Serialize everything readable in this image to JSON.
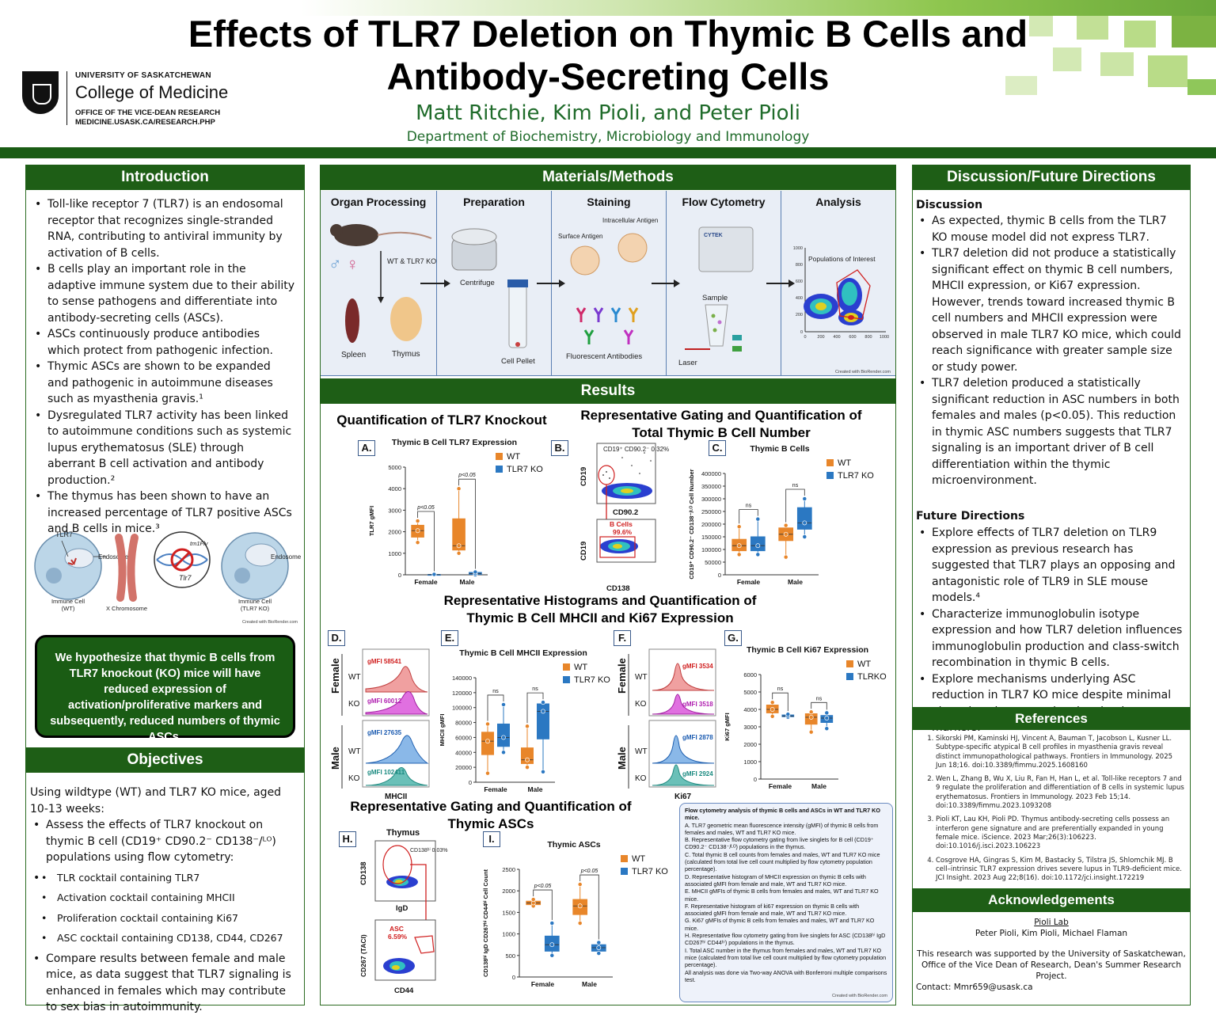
{
  "header": {
    "title": "Effects of TLR7 Deletion on Thymic B Cells and Antibody-Secreting Cells",
    "authors": "Matt Ritchie, Kim Pioli, and Peter Pioli",
    "department": "Department of Biochemistry, Microbiology and Immunology",
    "logo": {
      "university": "UNIVERSITY OF SASKATCHEWAN",
      "college": "College of Medicine",
      "office_line1": "OFFICE OF THE VICE-DEAN RESEARCH",
      "office_line2": "MEDICINE.USASK.CA/RESEARCH.PHP"
    },
    "accent_color": "#1e5e16"
  },
  "introduction": {
    "heading": "Introduction",
    "bullets": [
      "Toll-like receptor 7 (TLR7) is an endosomal receptor that recognizes single-stranded RNA, contributing to antiviral immunity by activation of B cells.",
      "B cells play an important role in the adaptive immune system due to their ability to sense pathogens and differentiate into antibody-secreting cells (ASCs).",
      "ASCs continuously produce antibodies which protect from pathogenic infection.",
      "Thymic ASCs are shown to be expanded and pathogenic in autoimmune diseases such as myasthenia gravis.¹",
      "Dysregulated TLR7 activity has been linked to autoimmune conditions such as systemic lupus erythematosus (SLE) through aberrant B cell activation and antibody production.²",
      "The thymus has been shown to have an increased percentage of TLR7 positive ASCs and B cells in mice.³"
    ],
    "figure": {
      "tlr7": "TLR7",
      "endosome": "Endosome",
      "endosome2": "Endosome",
      "allele": "tm1Flv",
      "gene": "Tlr7",
      "cell_wt": "Immune Cell (WT)",
      "chromosome": "X Chromosome",
      "cell_ko": "Immune Cell (TLR7 KO)",
      "credit": "Created with BioRender.com"
    },
    "hypothesis": "We hypothesize that thymic B cells from TLR7 knockout (KO) mice will have reduced expression of activation/proliferative markers and subsequently, reduced numbers of thymic ASCs."
  },
  "objectives": {
    "heading": "Objectives",
    "intro": "Using wildtype (WT) and TLR7 KO mice, aged 10-13 weeks:",
    "bullet1": "Assess the effects of TLR7 knockout on thymic B cell (CD19⁺ CD90.2⁻ CD138⁻/ᴸᴼ) populations using flow cytometry:",
    "sub_bullets": [
      "TLR cocktail containing TLR7",
      "Activation cocktail containing MHCII",
      "Proliferation cocktail containing Ki67",
      "ASC cocktail containing CD138, CD44, CD267"
    ],
    "bullet2": "Compare results between female and male mice, as data suggest that TLR7 signaling is enhanced in females which may contribute to sex bias in autoimmunity."
  },
  "methods": {
    "heading": "Materials/Methods",
    "steps": [
      "Organ Processing",
      "Preparation",
      "Staining",
      "Flow Cytometry",
      "Analysis"
    ],
    "labels": {
      "wt_ko": "WT & TLR7 KO",
      "spleen": "Spleen",
      "thymus": "Thymus",
      "centrifuge": "Centrifuge",
      "pellet": "Cell Pellet",
      "surface": "Surface Antigen",
      "intracellular": "Intracellular Antigen",
      "antibodies": "Fluorescent Antibodies",
      "cytek": "CYTEK",
      "sample": "Sample",
      "laser": "Laser",
      "populations": "Populations of Interest",
      "credit": "Created with BioRender.com"
    },
    "analysis_ticks": [
      "1000",
      "800",
      "600",
      "400",
      "200",
      "0"
    ],
    "analysis_xticks": [
      "0",
      "200",
      "400",
      "600",
      "800",
      "1000"
    ]
  },
  "results": {
    "heading": "Results",
    "sec_a": "Quantification of TLR7 Knockout",
    "sec_bc": "Representative Gating and Quantification of Total Thymic B Cell Number",
    "sec_dg": "Representative Histograms and Quantification of Thymic B Cell MHCII and Ki67 Expression",
    "sec_hi": "Representative Gating and Quantification of Thymic ASCs",
    "letters": [
      "A.",
      "B.",
      "C.",
      "D.",
      "E.",
      "F.",
      "G.",
      "H.",
      "I."
    ],
    "gating_b": {
      "gate1": "CD19⁺ CD90.2⁻ 0.32%",
      "gate2_name": "B Cells",
      "gate2_pct": "99.6%",
      "y1": "CD19",
      "x1": "CD90.2",
      "y2": "CD19",
      "x2": "CD138"
    },
    "hist_d": {
      "female": "Female",
      "male": "Male",
      "wt": "WT",
      "ko": "KO",
      "f_wt": "gMFI 58541",
      "f_ko": "gMFI 60012",
      "m_wt": "gMFI 27635",
      "m_ko": "gMFI 102411",
      "axis": "MHCII"
    },
    "hist_f": {
      "female": "Female",
      "male": "Male",
      "wt": "WT",
      "ko": "KO",
      "f_wt": "gMFI 3534",
      "f_ko": "gMFI 3518",
      "m_wt": "gMFI 2878",
      "m_ko": "gMFI 2924",
      "axis": "Ki67"
    },
    "gating_h": {
      "title": "Thymus",
      "gate1": "CD138ʰⁱ 0.03%",
      "y1": "CD138",
      "x1": "IgD",
      "gate2_name": "ASC",
      "gate2_pct": "6.59%",
      "y2": "CD267 (TACI)",
      "x2": "CD44"
    },
    "caption": {
      "title": "Flow cytometry analysis of thymic B cells and ASCs in WT and TLR7 KO mice.",
      "items": [
        "A. TLR7 geometric mean fluorescence intensity (gMFI) of thymic B cells from females and males, WT and TLR7 KO mice.",
        "B. Representative flow cytometry gating from live singlets for B cell (CD19⁺ CD90.2⁻ CD138⁻/ᴸᴼ) populations in the thymus.",
        "C. Total thymic B cell counts from females and males, WT and TLR7 KO mice (calculated from total live cell count multiplied by flow cytometry population percentage).",
        "D. Representative histogram of MHCII expression on thymic B cells with associated gMFI from female and male, WT and TLR7 KO mice.",
        "E. MHCII gMFIs of thymic B cells from females and males, WT and TLR7 KO mice.",
        "F. Representative histogram of ki67 expression on thymic B cells with associated gMFI from female and male, WT and TLR7 KO mice.",
        "G. Ki67 gMFIs of thymic B cells from females and males, WT and TLR7 KO mice.",
        "H. Representative flow cytometry gating from live singlets for ASC (CD138ʰⁱ IgD CD267ʰⁱ CD44ʰⁱ) populations in the thymus.",
        "I. Total ASC number in the thymus from females and males, WT and TLR7 KO mice (calculated from total live cell count multiplied by flow cytometry population percentage).",
        "All analysis was done via Two-way ANOVA with Bonferroni multiple comparisons test."
      ],
      "credit": "Created with BioRender.com"
    }
  },
  "discussion": {
    "heading": "Discussion/Future Directions",
    "sub1": "Discussion",
    "bullets1": [
      "As expected, thymic B cells from the TLR7 KO mouse model did not express TLR7.",
      "TLR7 deletion did not produce a statistically significant effect on thymic B cell numbers, MHCII expression, or Ki67 expression. However, trends toward increased thymic B cell numbers and MHCII expression were observed in male TLR7 KO mice, which could reach significance with greater sample size or study power.",
      "TLR7 deletion produced a statistically significant reduction in ASC numbers in both females and males (p<0.05). This reduction in thymic ASC numbers suggests that TLR7 signaling is an important driver of B cell differentiation within the thymic microenvironment."
    ],
    "sub2": "Future Directions",
    "bullets2": [
      "Explore effects of TLR7 deletion on TLR9 expression as previous research has suggested that TLR7 plays an opposing and antagonistic role of TLR9 in SLE mouse models.⁴",
      "Characterize immunoglobulin isotype expression and how TLR7 deletion influences immunoglobulin production and class-switch recombination in thymic B cells.",
      "Explore mechanisms underlying ASC reduction in TLR7 KO mice despite minimal alterations in conventional activation markers."
    ]
  },
  "references": {
    "heading": "References",
    "items": [
      "Sikorski PM, Kaminski HJ, Vincent A, Bauman T, Jacobson L, Kusner LL. Subtype-specific atypical B cell profiles in myasthenia gravis reveal distinct immunopathological pathways. Frontiers in Immunology. 2025 Jun 18;16. doi:10.3389/fimmu.2025.1608160",
      "Wen L, Zhang B, Wu X, Liu R, Fan H, Han L, et al. Toll-like receptors 7 and 9 regulate the proliferation and differentiation of B cells in systemic lupus erythematosus. Frontiers in Immunology. 2023 Feb 15;14. doi:10.3389/fimmu.2023.1093208",
      "Pioli KT, Lau KH, Pioli PD. Thymus antibody-secreting cells possess an interferon gene signature and are preferentially expanded in young female mice. iScience. 2023 Mar;26(3):106223. doi:10.1016/j.isci.2023.106223",
      "Cosgrove HA, Gingras S, Kim M, Bastacky S, Tilstra JS, Shlomchik MJ. B cell–intrinsic TLR7 expression drives severe lupus in TLR9-deficient mice. JCI Insight. 2023 Aug 22;8(16). doi:10.1172/jci.insight.172219"
    ]
  },
  "acknowledgements": {
    "heading": "Acknowledgements",
    "lab": "Pioli Lab",
    "names": "Peter Pioli, Kim Pioli, Michael Flaman",
    "support": "This research was supported by the University of Saskatchewan, Office of the Vice Dean of Research, Dean's Summer Research Project.",
    "contact": "Contact: Mmr659@usask.ca"
  },
  "chart_data": [
    {
      "id": "A",
      "type": "box",
      "title": "Thymic B Cell TLR7 Expression",
      "ylabel": "TLR7 gMFI",
      "ylim": [
        0,
        5000
      ],
      "yticks": [
        0,
        1000,
        2000,
        3000,
        4000,
        5000
      ],
      "categories": [
        "Female",
        "Male"
      ],
      "series": [
        {
          "name": "WT",
          "color": "#e8862a",
          "boxes": [
            {
              "min": 1500,
              "q1": 1750,
              "med": 2050,
              "q3": 2300,
              "max": 2500
            },
            {
              "min": 1000,
              "q1": 1150,
              "med": 1350,
              "q3": 2600,
              "max": 4000
            }
          ]
        },
        {
          "name": "TLR7 KO",
          "color": "#2b78c2",
          "boxes": [
            {
              "min": 0,
              "q1": 5,
              "med": 10,
              "q3": 15,
              "max": 20
            },
            {
              "min": 0,
              "q1": 20,
              "med": 60,
              "q3": 110,
              "max": 130
            }
          ]
        }
      ],
      "significance": [
        "p<0.05",
        "p<0.05"
      ]
    },
    {
      "id": "C",
      "type": "box",
      "title": "Thymic B Cells",
      "ylabel": "CD19⁺ CD90.2⁻ CD138⁻/ᴸᴼ Cell Number",
      "ylim": [
        0,
        400000
      ],
      "yticks": [
        0,
        50000,
        100000,
        150000,
        200000,
        250000,
        300000,
        350000,
        400000
      ],
      "categories": [
        "Female",
        "Male"
      ],
      "series": [
        {
          "name": "WT",
          "color": "#e8862a",
          "boxes": [
            {
              "min": 80000,
              "q1": 95000,
              "med": 115000,
              "q3": 140000,
              "max": 190000
            },
            {
              "min": 70000,
              "q1": 135000,
              "med": 160000,
              "q3": 185000,
              "max": 195000
            }
          ]
        },
        {
          "name": "TLR7 KO",
          "color": "#2b78c2",
          "boxes": [
            {
              "min": 80000,
              "q1": 95000,
              "med": 115000,
              "q3": 150000,
              "max": 220000
            },
            {
              "min": 150000,
              "q1": 180000,
              "med": 205000,
              "q3": 265000,
              "max": 300000
            }
          ]
        }
      ],
      "significance": [
        "ns",
        "ns"
      ]
    },
    {
      "id": "E",
      "type": "box",
      "title": "Thymic B Cell MHCII Expression",
      "ylabel": "MHCII gMFI",
      "ylim": [
        0,
        140000
      ],
      "yticks": [
        0,
        20000,
        40000,
        60000,
        80000,
        100000,
        120000,
        140000
      ],
      "categories": [
        "Female",
        "Male"
      ],
      "series": [
        {
          "name": "WT",
          "color": "#e8862a",
          "boxes": [
            {
              "min": 12000,
              "q1": 37000,
              "med": 55000,
              "q3": 67000,
              "max": 78000
            },
            {
              "min": 20000,
              "q1": 25000,
              "med": 30000,
              "q3": 46000,
              "max": 75000
            }
          ]
        },
        {
          "name": "TLR7 KO",
          "color": "#2b78c2",
          "boxes": [
            {
              "min": 40000,
              "q1": 48000,
              "med": 60000,
              "q3": 78000,
              "max": 104000
            },
            {
              "min": 14000,
              "q1": 58000,
              "med": 95000,
              "q3": 105000,
              "max": 107000
            }
          ]
        }
      ],
      "significance": [
        "ns",
        "ns"
      ]
    },
    {
      "id": "G",
      "type": "box",
      "title": "Thymic B Cell Ki67 Expression",
      "ylabel": "Ki67 gMFI",
      "ylim": [
        0,
        6000
      ],
      "yticks": [
        0,
        1000,
        2000,
        3000,
        4000,
        5000,
        6000
      ],
      "categories": [
        "Female",
        "Male"
      ],
      "series": [
        {
          "name": "WT",
          "color": "#e8862a",
          "boxes": [
            {
              "min": 3600,
              "q1": 3800,
              "med": 4000,
              "q3": 4250,
              "max": 4400
            },
            {
              "min": 2700,
              "q1": 3150,
              "med": 3550,
              "q3": 3750,
              "max": 3850
            }
          ]
        },
        {
          "name": "TLRKO",
          "color": "#2b78c2",
          "boxes": [
            {
              "min": 3550,
              "q1": 3580,
              "med": 3620,
              "q3": 3680,
              "max": 3720
            },
            {
              "min": 2900,
              "q1": 3250,
              "med": 3500,
              "q3": 3650,
              "max": 3800
            }
          ]
        }
      ],
      "significance": [
        "ns",
        "ns"
      ]
    },
    {
      "id": "I",
      "type": "box",
      "title": "Thymic ASCs",
      "ylabel": "CD138ʰⁱ IgD CD267ʰⁱ CD44ʰⁱ Cell Count",
      "ylim": [
        0,
        2500
      ],
      "yticks": [
        0,
        500,
        1000,
        1500,
        2000,
        2500
      ],
      "categories": [
        "Female",
        "Male"
      ],
      "series": [
        {
          "name": "WT",
          "color": "#e8862a",
          "boxes": [
            {
              "min": 1650,
              "q1": 1680,
              "med": 1720,
              "q3": 1760,
              "max": 1800
            },
            {
              "min": 1250,
              "q1": 1450,
              "med": 1650,
              "q3": 1800,
              "max": 2150
            }
          ]
        },
        {
          "name": "TLR7 KO",
          "color": "#2b78c2",
          "boxes": [
            {
              "min": 500,
              "q1": 600,
              "med": 750,
              "q3": 950,
              "max": 1250
            },
            {
              "min": 550,
              "q1": 600,
              "med": 680,
              "q3": 750,
              "max": 800
            }
          ]
        }
      ],
      "significance": [
        "p<0.05",
        "p<0.05"
      ]
    }
  ]
}
